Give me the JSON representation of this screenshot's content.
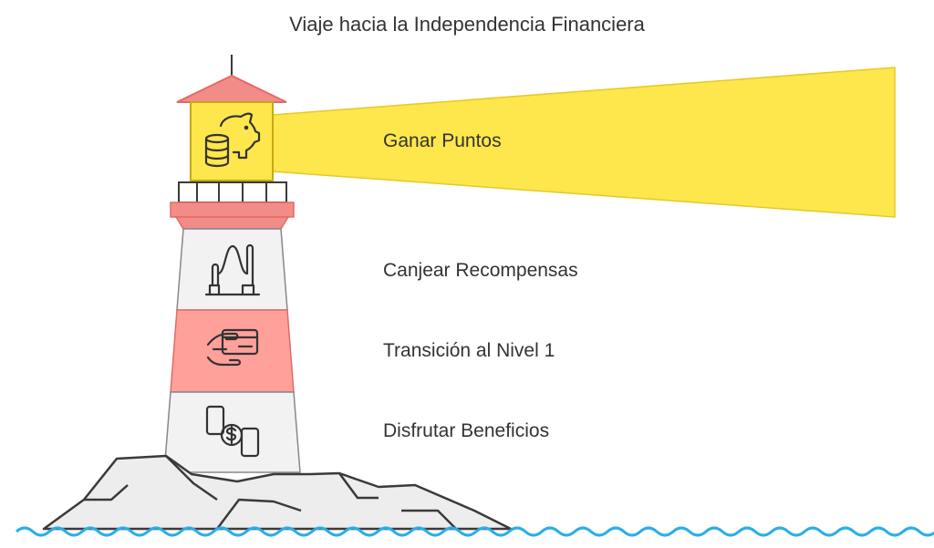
{
  "title": "Viaje hacia la Independencia Financiera",
  "steps": [
    {
      "label": "Ganar Puntos",
      "icon": "piggy-bank-coins-icon"
    },
    {
      "label": "Canjear Recompensas",
      "icon": "pipeline-exchange-icon"
    },
    {
      "label": "Transición al Nivel 1",
      "icon": "hand-card-icon"
    },
    {
      "label": "Disfrutar Beneficios",
      "icon": "phone-dollar-icon"
    }
  ],
  "colors": {
    "beam": "#fde74c",
    "lantern": "#fde74c",
    "roof": "#f28c88",
    "band_red": "#ffa09b",
    "band_gray": "#f2f2f2",
    "stroke": "#3a3a3a",
    "water": "#2aaee6"
  }
}
